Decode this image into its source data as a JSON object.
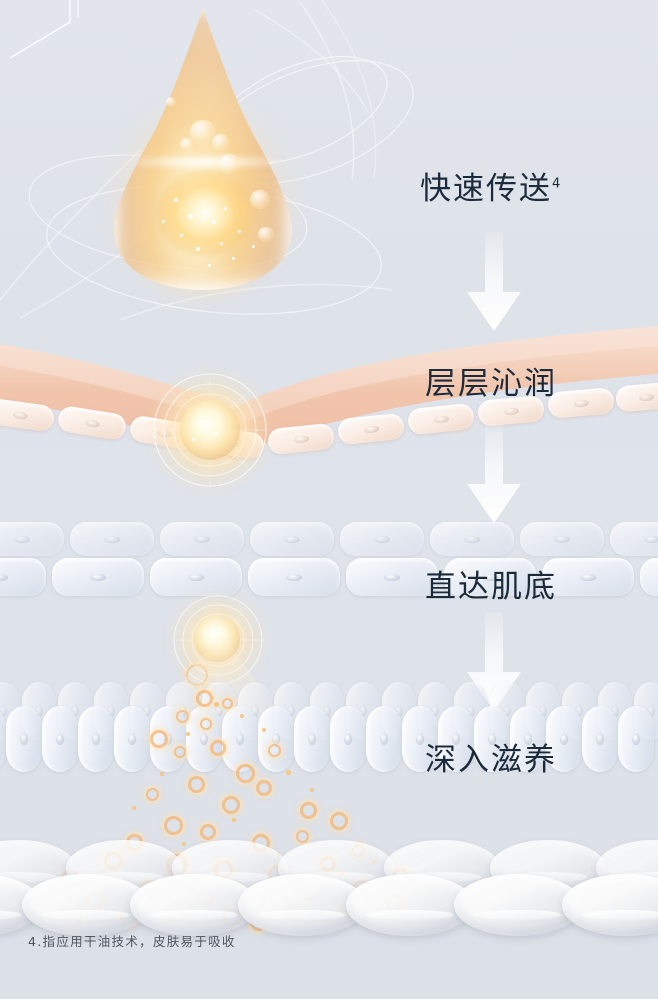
{
  "page": {
    "background_color": "#dfe3e9",
    "text_color": "#1c2b3b",
    "accent_gold": "#f3c177",
    "skin_color": "#f2c9b2"
  },
  "steps": [
    {
      "id": "step-1",
      "label": "快速传送",
      "superscript": "4"
    },
    {
      "id": "step-2",
      "label": "层层沁润",
      "superscript": ""
    },
    {
      "id": "step-3",
      "label": "直达肌底",
      "superscript": ""
    },
    {
      "id": "step-4",
      "label": "深入滋养",
      "superscript": ""
    }
  ],
  "arrows": [
    {
      "id": "arrow-1",
      "icon": "arrow-down-icon"
    },
    {
      "id": "arrow-2",
      "icon": "arrow-down-icon"
    },
    {
      "id": "arrow-3",
      "icon": "arrow-down-icon"
    }
  ],
  "illustrations": {
    "droplet": "oil-droplet-icon",
    "skin_surface": "skin-surface-layer",
    "cell_layer": "skin-cell-layer",
    "deep_cell_layer": "deep-cell-layer",
    "capsule_layer": "oil-capsule-layer"
  },
  "footnote": {
    "text": "4.指应用干油技术，皮肤易于吸收"
  }
}
